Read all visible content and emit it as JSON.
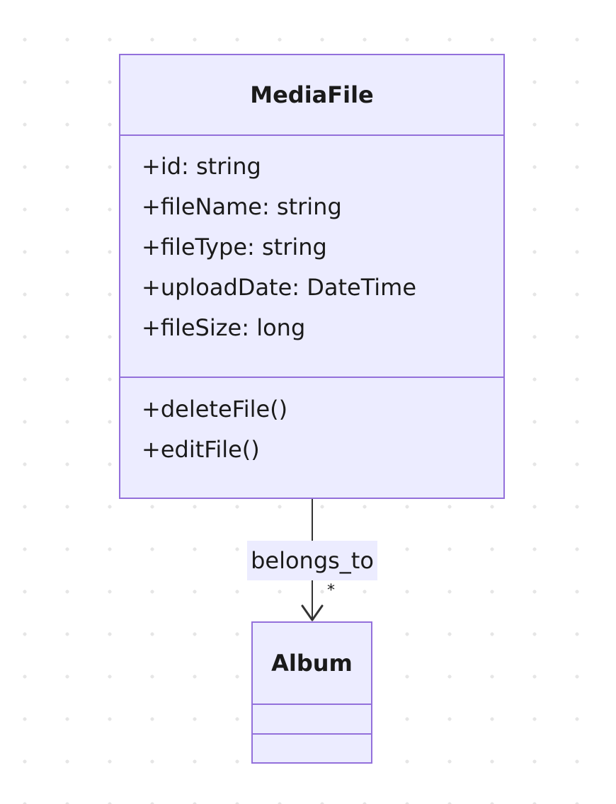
{
  "classes": {
    "media_file": {
      "name": "MediaFile",
      "attributes": [
        "+id: string",
        "+fileName: string",
        "+fileType: string",
        "+uploadDate: DateTime",
        "+fileSize: long"
      ],
      "methods": [
        "+deleteFile()",
        "+editFile()"
      ]
    },
    "album": {
      "name": "Album",
      "attributes": [],
      "methods": []
    }
  },
  "relationship": {
    "label": "belongs_to",
    "multiplicity": "*"
  },
  "colors": {
    "class_fill": "#ECECFF",
    "class_border": "#9370DB",
    "edge": "#333333",
    "label_background": "#ECECFF"
  }
}
